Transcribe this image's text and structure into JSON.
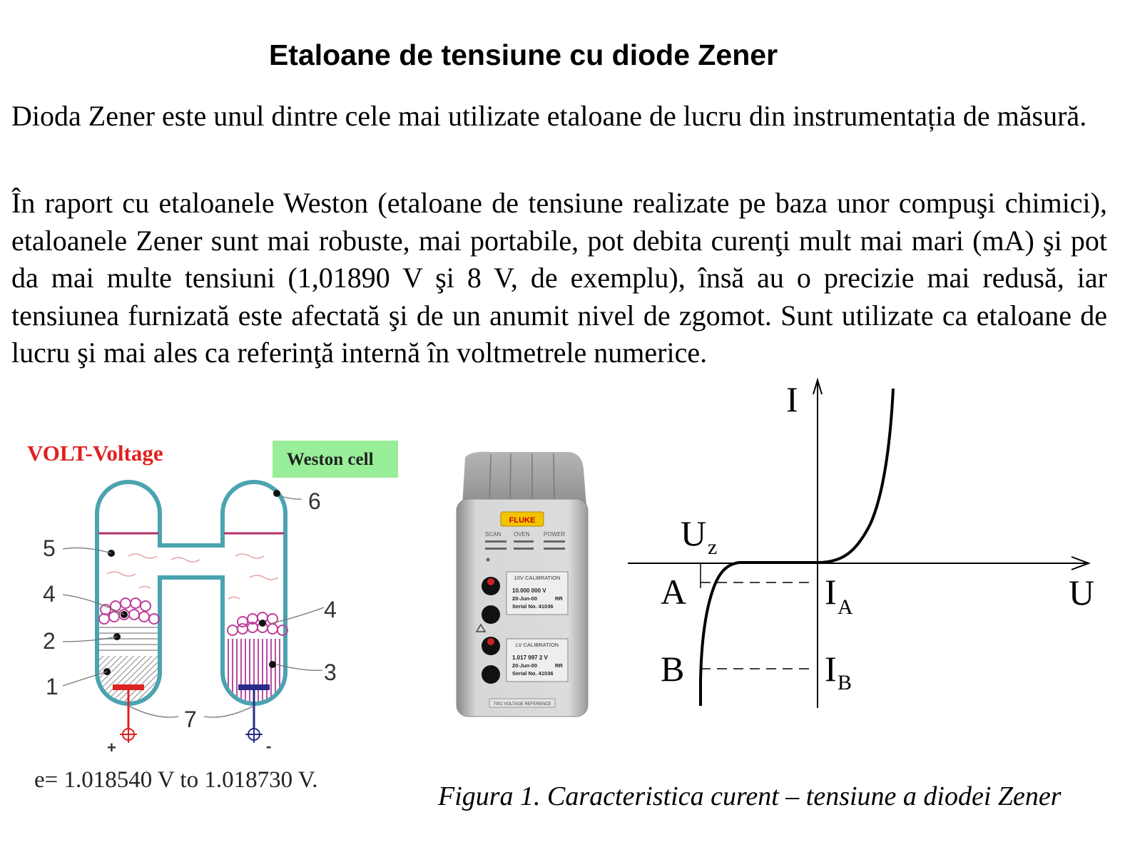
{
  "page": {
    "title": "Etaloane de tensiune cu diode Zener",
    "paragraph1": "Dioda Zener este unul dintre cele mai utilizate etaloane de lucru din instrumentația de măsură.",
    "paragraph2": "În raport cu etaloanele Weston (etaloane de tensiune realizate pe baza unor compuşi chimici), etaloanele Zener sunt mai robuste, mai portabile, pot debita curenţi mult mai mari (mA) şi pot da mai multe tensiuni (1,01890 V şi 8 V, de exemplu), însă au o precizie mai redusă, iar tensiunea furnizată este afectată şi de un anumit nivel de zgomot. Sunt utilizate ca etaloane de lucru şi mai ales ca referinţă internă în voltmetrele numerice.",
    "caption": "Figura 1. Caracteristica curent – tensiune a diodei Zener"
  },
  "weston_figure": {
    "heading": "VOLT-Voltage",
    "badge": "Weston cell",
    "labels": [
      "5",
      "4",
      "2",
      "1",
      "6",
      "4",
      "3",
      "7"
    ],
    "plus": "+",
    "minus": "-",
    "emf": "e= 1.018540 V to 1.018730 V.",
    "colors": {
      "glass": "#4ba3b0",
      "heading": "#e02020",
      "badge_bg": "#99ee99",
      "anode": "#dd2222",
      "cathode": "#2a2a88",
      "top_line": "#b0306a"
    }
  },
  "device": {
    "brand": "FLUKE",
    "top_labels": [
      "SCAN",
      "OVEN",
      "POWER"
    ],
    "cal1_title": "10V CALIBRATION",
    "cal1_value": "10.000 000 V",
    "cal1_date": "20-Jun-00",
    "cal1_by": "RR",
    "cal1_serial": "Serial No. 41036",
    "cal2_title": "LV CALIBRATION",
    "cal2_value": "1.017 997 2 V",
    "cal2_date": "20-Jun-00",
    "cal2_by": "RR",
    "cal2_serial": "Serial No. 41036",
    "model": "7001 VOLTAGE REFERENCE"
  },
  "diode_chart": {
    "axis_y": "I",
    "axis_x": "U",
    "uz_main": "U",
    "uz_sub": "z",
    "point_a": "A",
    "point_b": "B",
    "ia_main": "I",
    "ia_sub": "A",
    "ib_main": "I",
    "ib_sub": "B"
  }
}
